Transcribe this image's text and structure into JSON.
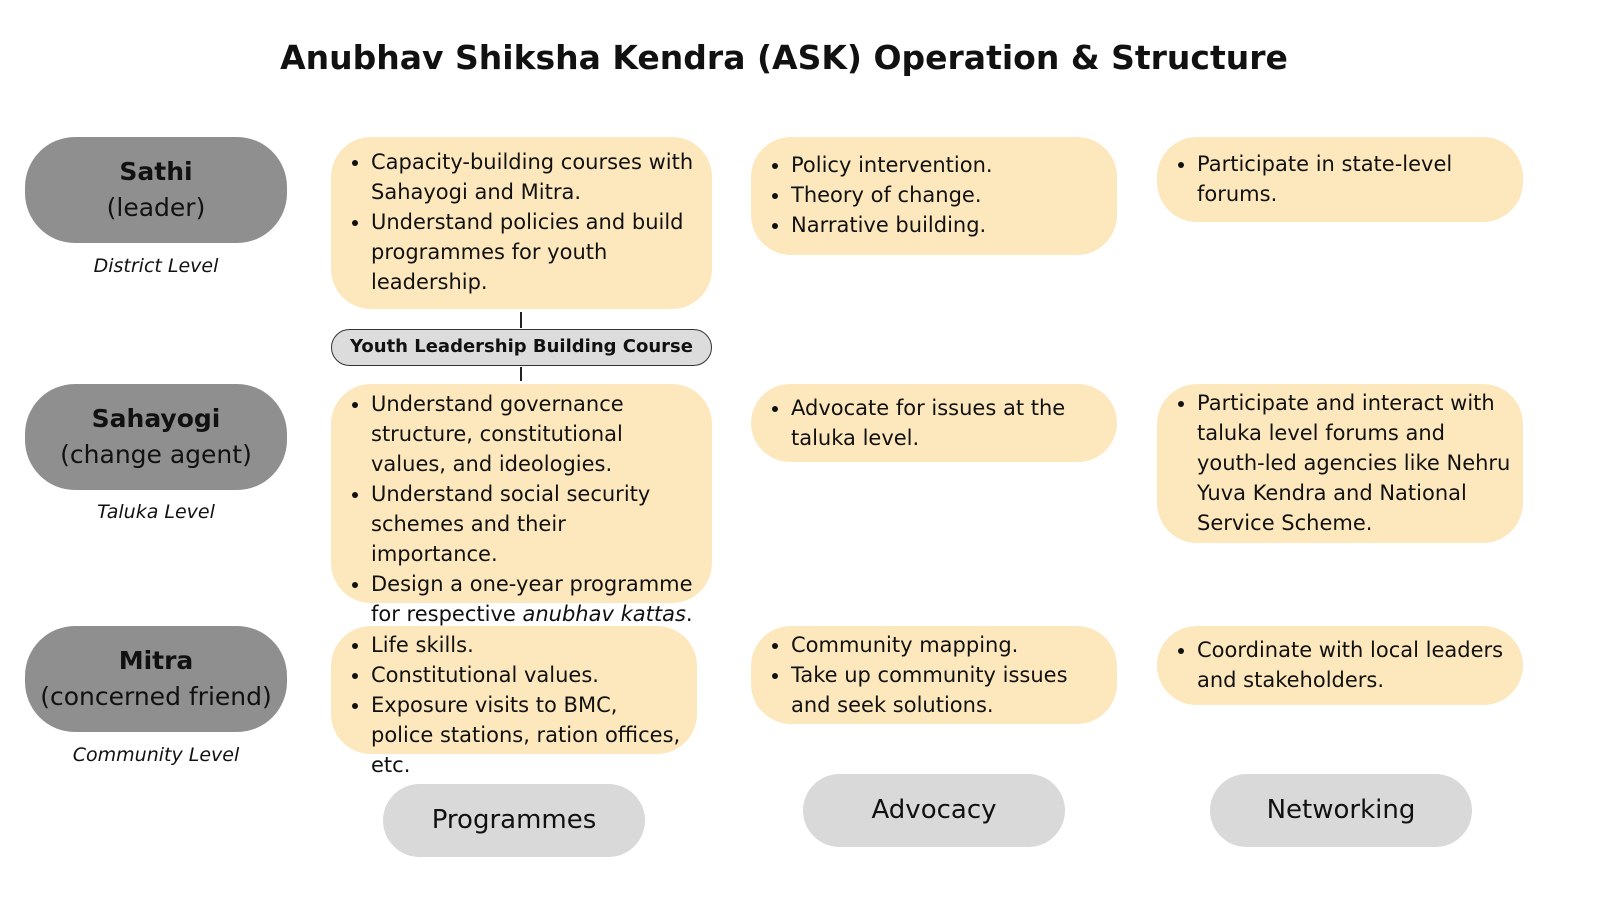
{
  "title": "Anubhav Shiksha Kendra (ASK) Operation & Structure",
  "roles": [
    {
      "name": "Sathi",
      "desc": "(leader)",
      "level": "District Level"
    },
    {
      "name": "Sahayogi",
      "desc": "(change agent)",
      "level": "Taluka Level"
    },
    {
      "name": "Mitra",
      "desc": "(concerned friend)",
      "level": "Community Level"
    }
  ],
  "course": "Youth Leadership Building Course",
  "programmes": [
    [
      "Capacity-building courses with Sahayogi and Mitra.",
      "Understand policies and build programmes for youth leadership."
    ],
    [
      "Understand governance structure, constitutional values, and ideologies.",
      "Understand social security schemes and their importance.",
      "Design a one-year programme for respective ",
      "anubhav kattas",
      "."
    ],
    [
      "Life skills.",
      "Constitutional values.",
      "Exposure visits to BMC, police stations, ration offices, etc."
    ]
  ],
  "advocacy": [
    [
      "Policy intervention.",
      "Theory of change.",
      "Narrative building."
    ],
    [
      "Advocate for issues at the taluka level."
    ],
    [
      "Community mapping.",
      "Take up community issues and seek solutions."
    ]
  ],
  "networking": [
    [
      "Participate in state-level forums."
    ],
    [
      "Participate and interact with taluka level  forums and youth-led agencies like Nehru Yuva Kendra and National Service Scheme."
    ],
    [
      "Coordinate with local leaders and stakeholders."
    ]
  ],
  "footer": {
    "programmes": "Programmes",
    "advocacy": "Advocacy",
    "networking": "Networking"
  }
}
